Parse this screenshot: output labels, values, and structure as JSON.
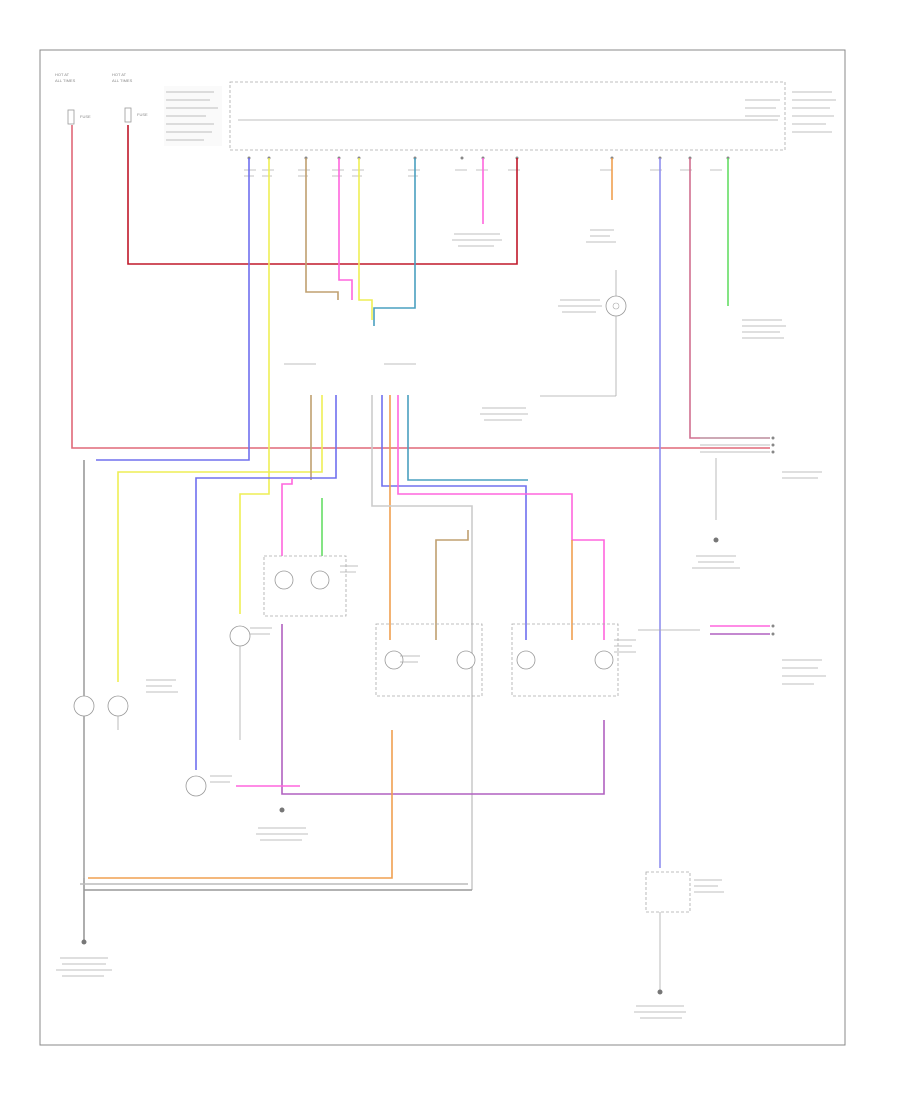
{
  "colors": {
    "red": "#e06878",
    "dark_red": "#c0182a",
    "blue": "#7070ee",
    "yellow": "#eeee55",
    "pink": "#ff66dd",
    "orange": "#f0a050",
    "tan": "#c0a070",
    "green": "#66dd66",
    "teal": "#4aa0c0",
    "violet": "#b060c0",
    "grey": "#999999",
    "lightblue": "#9090ee"
  },
  "icons": [
    "ground-symbol",
    "bulb-symbol",
    "connector-symbol"
  ]
}
